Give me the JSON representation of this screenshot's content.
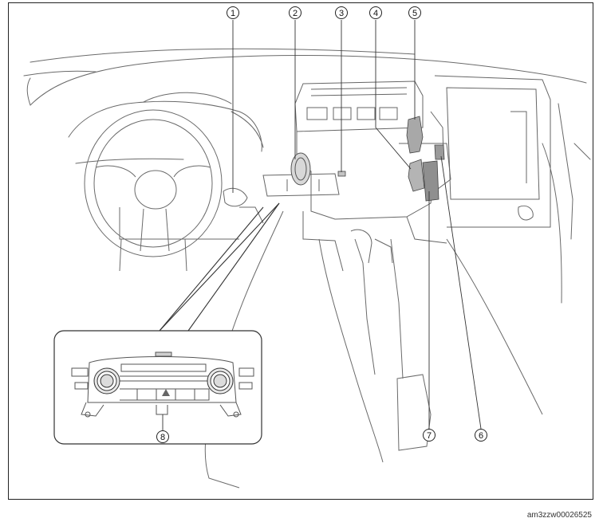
{
  "callouts": [
    {
      "num": "1"
    },
    {
      "num": "2"
    },
    {
      "num": "3"
    },
    {
      "num": "4"
    },
    {
      "num": "5"
    },
    {
      "num": "6"
    },
    {
      "num": "7"
    },
    {
      "num": "8"
    }
  ],
  "reference_id": "am3zzw00026525",
  "colors": {
    "line": "#555555",
    "shade": "#9e9e9e",
    "ink": "#222222"
  }
}
